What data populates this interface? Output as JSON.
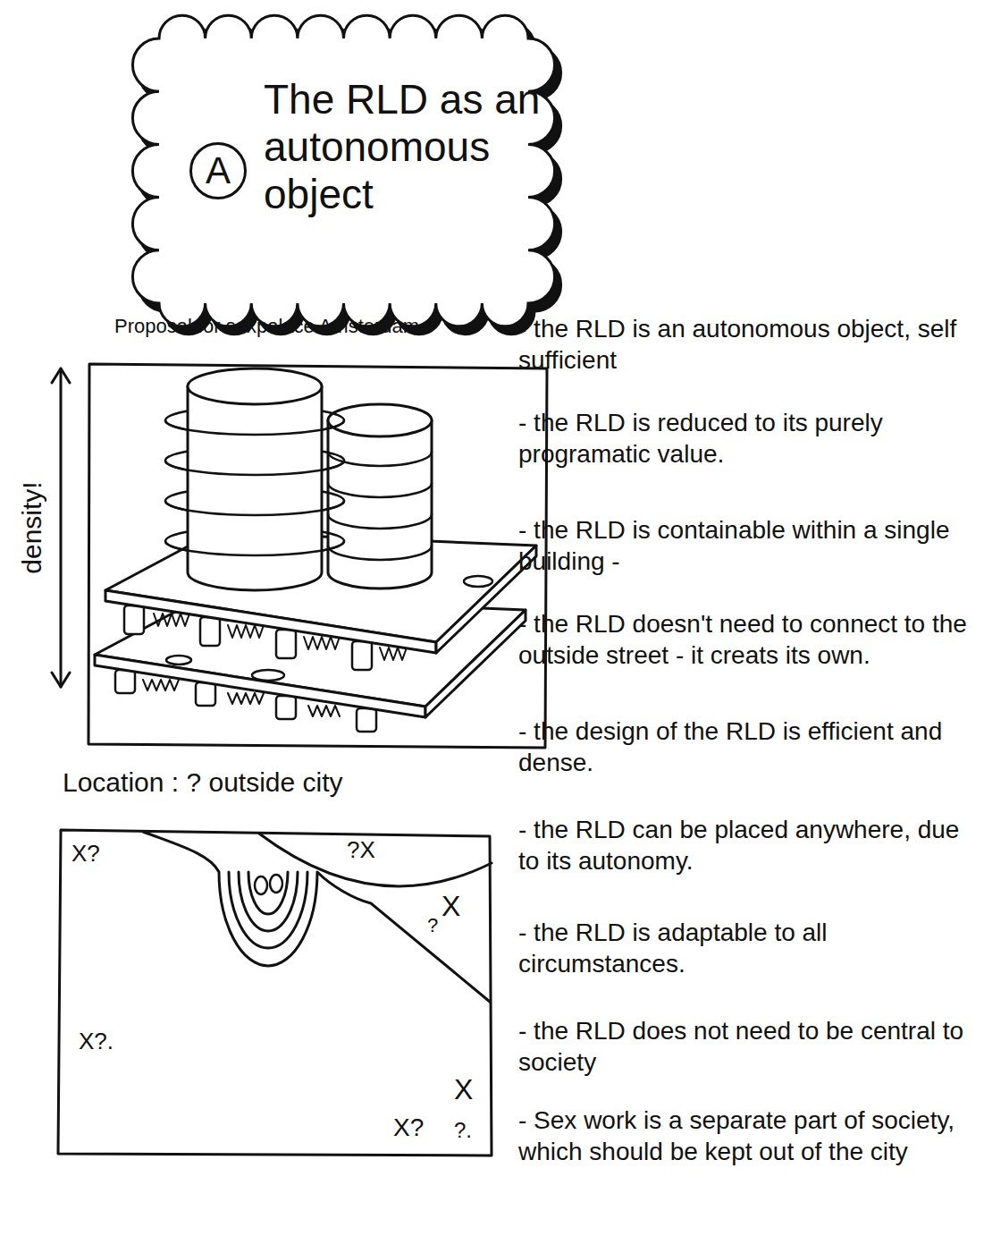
{
  "diagram": {
    "nodes": [
      {
        "text": [
          "The RLD as an autonomous object"
        ]
      },
      {
        "text": [
          "A"
        ],
        "in": 0
      }
    ],
    "labels": [
      "Proposal for sexpalace Amsterdam.",
      "density!",
      "Location : ? outside city",
      "X?",
      "?X",
      "X",
      "?",
      "X?.",
      "X",
      "X?",
      "?.",
      "- the RLD is an autonomous object, self sufficient",
      "- the RLD is reduced to its purely programatic value.",
      "- the RLD is containable within a single building -",
      "- the RLD doesn't need to connect to the outside street - it creats its own.",
      "- the design of the RLD is efficient and dense.",
      "- the RLD can be placed anywhere, due to its autonomy.",
      "- the RLD is adaptable to all circumstances.",
      "- the RLD does not need to be central to society",
      "- Sex work is a separate part of society, which should be kept out of the city"
    ]
  }
}
